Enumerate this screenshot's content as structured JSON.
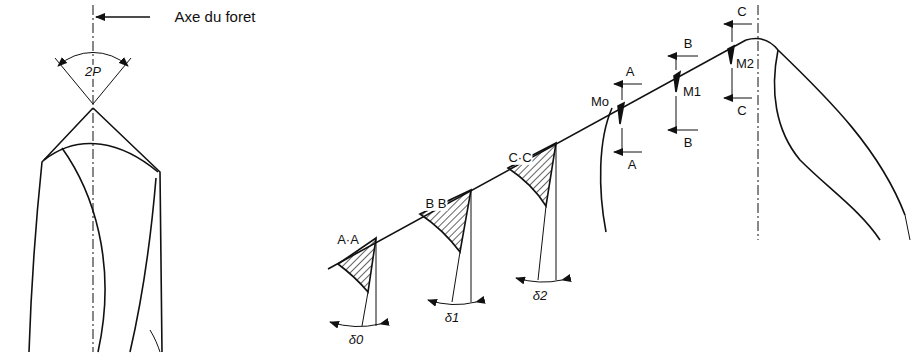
{
  "diagram": {
    "labels": [
      "Axe du foret",
      "2P",
      "A·A",
      "B B",
      "C·C",
      "δ0",
      "δ1",
      "δ2",
      "Mo",
      "M1",
      "M2",
      "A",
      "A",
      "B",
      "B",
      "C",
      "C"
    ]
  }
}
